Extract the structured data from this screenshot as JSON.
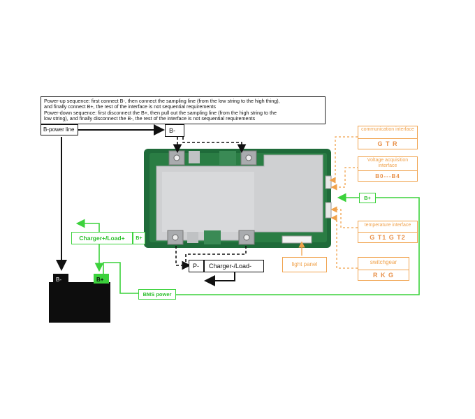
{
  "notes": {
    "line1": "Power-up sequence: first connect B-, then connect the sampling line (from the low string to the high thing),",
    "line2": "and finally connect B+, the rest of the interface is not sequential requirements",
    "line3": "Power-down sequence: first disconnect the B+, then pull out the sampling line (from the high string to the",
    "line4": "low string), and finally disconnect the B-, the rest of the interface is not sequential requirements"
  },
  "labels": {
    "b_power_line": "B-power line",
    "b_minus_top": "B-",
    "charger_load_plus": "Charger+/Load+",
    "b_plus_small": "B+",
    "p_minus": "P-",
    "charger_load_minus": "Charger-/Load-",
    "battery_b_minus": "B-",
    "battery_b_plus": "B+",
    "bms_power": "BMS power",
    "b_plus_right": "B+",
    "light_panel": "light panel"
  },
  "interfaces": {
    "communication": {
      "title": "communication interface",
      "pins": "G T R"
    },
    "voltage": {
      "title": "Voltage acquisition interface",
      "pins": "B0---B4"
    },
    "temperature": {
      "title": "temperature interface",
      "pins": "G T1 G T2"
    },
    "switchgear": {
      "title": "switchgear",
      "pins": "R K G"
    }
  },
  "colors": {
    "black_wire": "#111111",
    "green_wire": "#3cd23c",
    "orange_wire": "#f0a24c",
    "board_green": "#1f6b3a",
    "heatsink": "#cfd0d2"
  }
}
